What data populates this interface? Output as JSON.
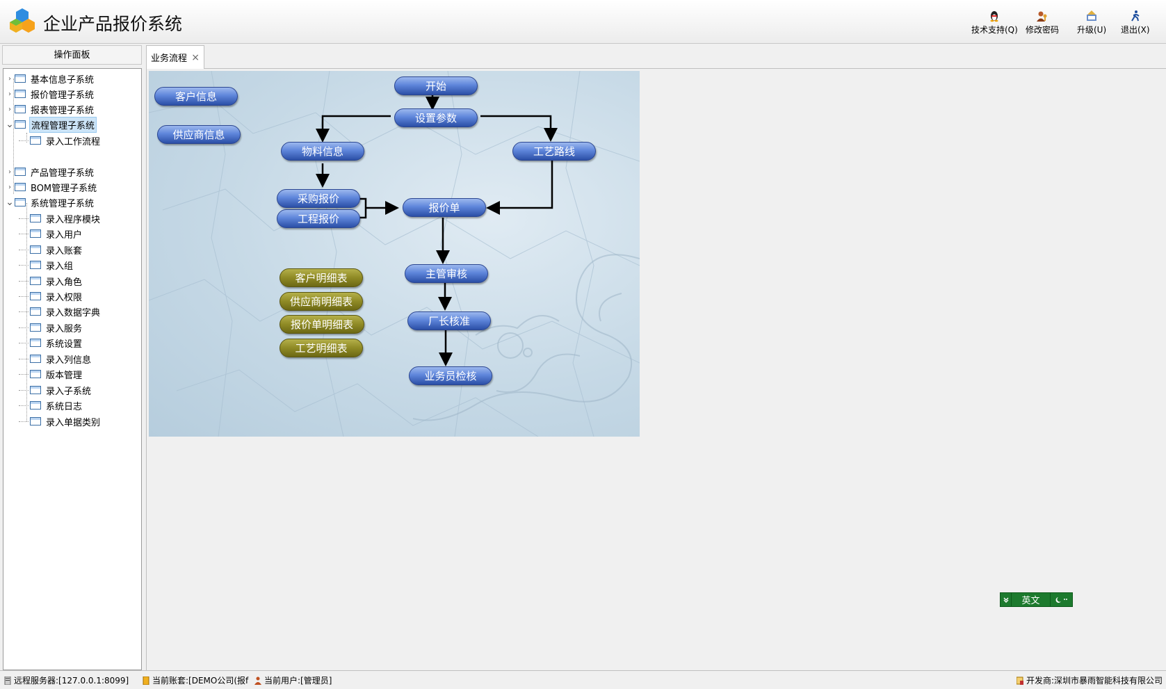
{
  "app": {
    "title": "企业产品报价系统"
  },
  "header_buttons": [
    {
      "label": "技术支持(Q)",
      "icon": "qq-penguin-icon"
    },
    {
      "label": "修改密码",
      "icon": "users-key-icon"
    },
    {
      "label": "升级(U)",
      "icon": "upgrade-icon"
    },
    {
      "label": "退出(X)",
      "icon": "exit-running-man-icon"
    }
  ],
  "left_panel": {
    "title": "操作面板",
    "tree": [
      {
        "label": "基本信息子系统",
        "level": 0,
        "expanded": false
      },
      {
        "label": "报价管理子系统",
        "level": 0,
        "expanded": false
      },
      {
        "label": "报表管理子系统",
        "level": 0,
        "expanded": false
      },
      {
        "label": "流程管理子系统",
        "level": 0,
        "expanded": true,
        "selected": true
      },
      {
        "label": "录入工作流程",
        "level": 1
      },
      {
        "label": "产品管理子系统",
        "level": 0,
        "expanded": false
      },
      {
        "label": "BOM管理子系统",
        "level": 0,
        "expanded": false
      },
      {
        "label": "系统管理子系统",
        "level": 0,
        "expanded": true
      },
      {
        "label": "录入程序模块",
        "level": 1
      },
      {
        "label": "录入用户",
        "level": 1
      },
      {
        "label": "录入账套",
        "level": 1
      },
      {
        "label": "录入组",
        "level": 1
      },
      {
        "label": "录入角色",
        "level": 1
      },
      {
        "label": "录入权限",
        "level": 1
      },
      {
        "label": "录入数据字典",
        "level": 1
      },
      {
        "label": "录入服务",
        "level": 1
      },
      {
        "label": "系统设置",
        "level": 1
      },
      {
        "label": "录入列信息",
        "level": 1
      },
      {
        "label": "版本管理",
        "level": 1
      },
      {
        "label": "录入子系统",
        "level": 1
      },
      {
        "label": "系统日志",
        "level": 1
      },
      {
        "label": "录入单据类别",
        "level": 1
      }
    ]
  },
  "tabs": [
    {
      "label": "业务流程",
      "close": "×"
    }
  ],
  "flow": {
    "nodes": {
      "start": "开始",
      "settings": "设置参数",
      "customer_info": "客户信息",
      "supplier_info": "供应商信息",
      "material_info": "物料信息",
      "process_route": "工艺路线",
      "purchase_quote": "采购报价",
      "engineering_quote": "工程报价",
      "quote_sheet": "报价单",
      "supervisor_review": "主管审核",
      "factory_approve": "厂长核准",
      "sales_check": "业务员检核"
    },
    "reports": {
      "customer_detail": "客户明细表",
      "supplier_detail": "供应商明细表",
      "quote_detail": "报价单明细表",
      "process_detail": "工艺明细表"
    }
  },
  "lang_widget": {
    "label": "英文"
  },
  "status_bar": {
    "server": "远程服务器:[127.0.0.1:8099]",
    "account": "当前账套:[DEMO公司(报f",
    "user": "当前用户:[管理员]",
    "developer": "开发商:深圳市暴雨智能科技有限公司"
  },
  "colors": {
    "pill_blue": "#4a72c9",
    "pill_olive": "#8f8a25",
    "lang_green": "#1d7a2e"
  }
}
